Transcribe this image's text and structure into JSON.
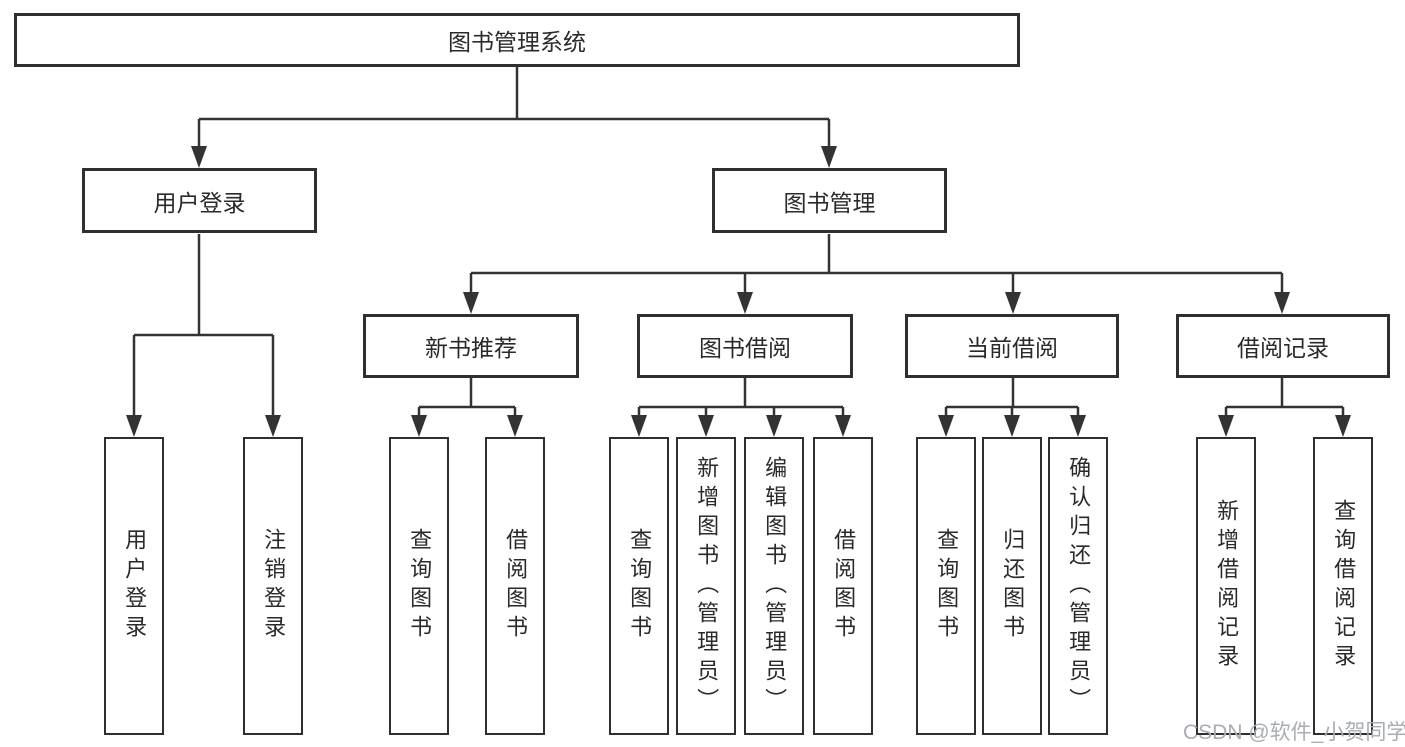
{
  "tree": {
    "root": {
      "label": "图书管理系统"
    },
    "children": [
      {
        "label": "用户登录",
        "children": [
          {
            "label": "用户登录"
          },
          {
            "label": "注销登录"
          }
        ]
      },
      {
        "label": "图书管理",
        "children": [
          {
            "label": "新书推荐",
            "children": [
              {
                "label": "查询图书"
              },
              {
                "label": "借阅图书"
              }
            ]
          },
          {
            "label": "图书借阅",
            "children": [
              {
                "label": "查询图书"
              },
              {
                "label": "新增图书（管理员）"
              },
              {
                "label": "编辑图书（管理员）"
              },
              {
                "label": "借阅图书"
              }
            ]
          },
          {
            "label": "当前借阅",
            "children": [
              {
                "label": "查询图书"
              },
              {
                "label": "归还图书"
              },
              {
                "label": "确认归还（管理员）"
              }
            ]
          },
          {
            "label": "借阅记录",
            "children": [
              {
                "label": "新增借阅记录"
              },
              {
                "label": "查询借阅记录"
              }
            ]
          }
        ]
      }
    ]
  },
  "watermark": "CSDN @软件_小贺同学",
  "colors": {
    "line": "#333333",
    "border": "#2f2f2f",
    "text": "#2a2a2a",
    "watermark": "#a9adb3",
    "background": "#ffffff"
  }
}
